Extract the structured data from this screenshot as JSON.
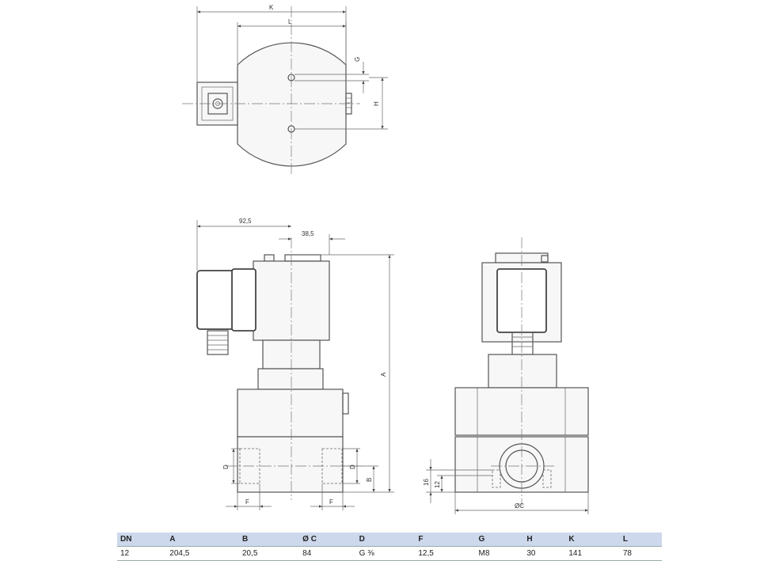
{
  "top_view": {
    "dims": {
      "K": "K",
      "L": "L",
      "G": "G",
      "H": "H"
    }
  },
  "side_view": {
    "dims": {
      "w1": "92,5",
      "w2": "38,5",
      "A": "A",
      "B": "B",
      "D1": "D",
      "D2": "D",
      "F1": "F",
      "F2": "F"
    }
  },
  "front_view": {
    "dims": {
      "h16": "16",
      "h12": "12",
      "C": "ØC"
    }
  },
  "table": {
    "headers": [
      "DN",
      "A",
      "B",
      "Ø C",
      "D",
      "F",
      "G",
      "H",
      "K",
      "L"
    ],
    "rows": [
      [
        "12",
        "204,5",
        "20,5",
        "84",
        "G ⅜",
        "12,5",
        "M8",
        "30",
        "141",
        "78"
      ]
    ]
  }
}
